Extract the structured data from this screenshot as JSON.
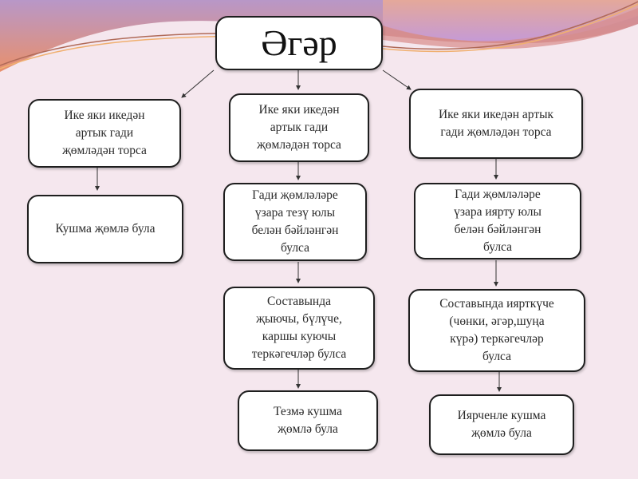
{
  "diagram": {
    "title": "Әгәр",
    "columns": [
      {
        "condition": "Ике яки икедән\nартык гади\nҗөмләдән торса",
        "result": "Кушма җөмлә була"
      },
      {
        "condition": "Ике яки икедән\nартык гади\nҗөмләдән торса",
        "link_type": "Гади җөмләләре\nүзара тезү юлы\nбелән бәйләнгән\nбулса",
        "conjunctions": "Составында\nҗыючы, бүлүче,\nкаршы куючы\nтеркәгечләр булса",
        "result": "Тезмә кушма\nҗөмлә була"
      },
      {
        "condition": "Ике яки икедән артык\nгади җөмләдән торса",
        "link_type": "Гади җөмләләре\nүзара иярту юлы\nбелән бәйләнгән\nбулса",
        "conjunctions": "Составында иярткүче\n(чөнки, әгәр,шуңа\nкүрә) теркәгечләр\nбулса",
        "result": "Иярченле кушма\nҗөмлә була"
      }
    ]
  },
  "colors": {
    "background": "#f5e7ee",
    "box_fill": "#ffffff",
    "box_border": "#1e1e1e",
    "accent_orange": "#e89a6a",
    "accent_purple": "#b98cc4"
  }
}
